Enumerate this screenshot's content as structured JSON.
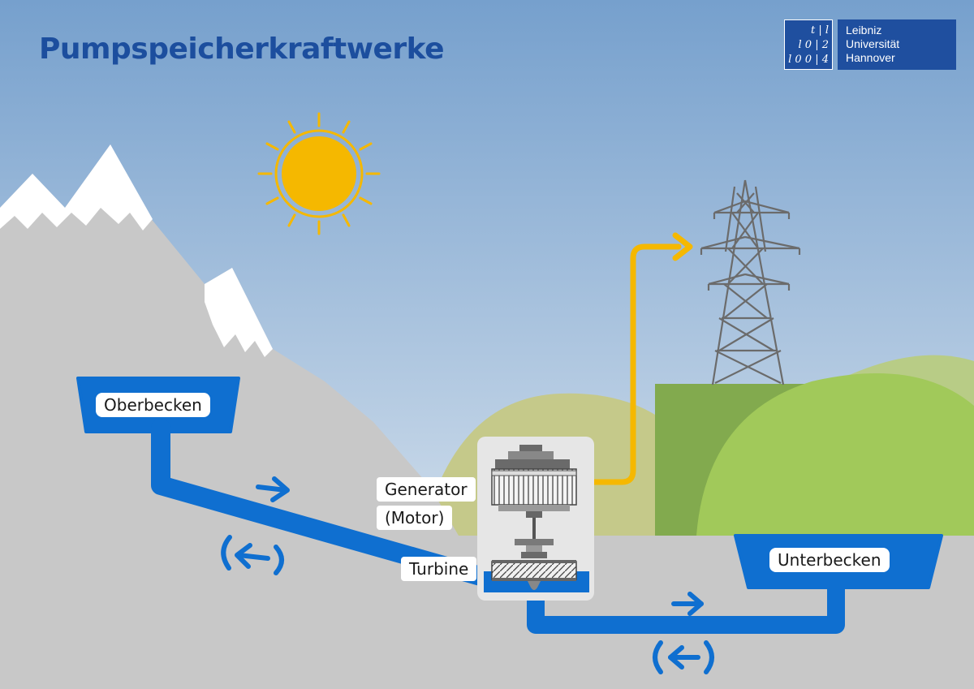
{
  "title": "Pumpspeicherkraftwerke",
  "logo": {
    "mark_lines": [
      "t | l",
      "l 0 | 2",
      "l 0 0 | 4"
    ],
    "text_lines": [
      "Leibniz",
      "Universität",
      "Hannover"
    ],
    "color": "#1f4f9f"
  },
  "labels": {
    "upper_reservoir": "Oberbecken",
    "lower_reservoir": "Unterbecken",
    "generator": "Generator",
    "motor": "(Motor)",
    "turbine": "Turbine"
  },
  "colors": {
    "sky_top": "#7aa3cf",
    "sky_bottom": "#dfe8f1",
    "mountain": "#c8c8c8",
    "snow": "#ffffff",
    "water": "#0f6fd0",
    "energy": "#f5b800",
    "sun": "#f5b800",
    "hill_light": "#c5c98a",
    "hill_dark": "#82aa4e",
    "hill_bright": "#a1c95a",
    "tower": "#6b6b6b"
  },
  "icons": [
    "sun-icon",
    "transmission-tower-icon",
    "generator-icon",
    "turbine-icon",
    "arrow-right-icon",
    "arrow-left-icon"
  ]
}
